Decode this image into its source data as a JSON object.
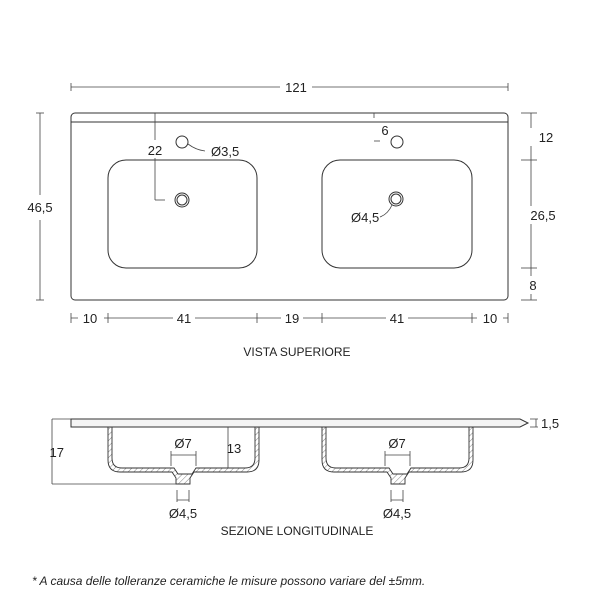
{
  "top_view": {
    "title": "VISTA SUPERIORE",
    "overall_width": "121",
    "overall_depth": "46,5",
    "tap_offset": "22",
    "tap_side_offset": "6",
    "tap_hole_diameter": "Ø3,5",
    "drain_diameter": "Ø4,5",
    "right_dims": [
      "12",
      "26,5",
      "8"
    ],
    "bottom_dims": [
      "10",
      "41",
      "19",
      "41",
      "10"
    ]
  },
  "section_view": {
    "title": "SEZIONE LONGITUDINALE",
    "total_height": "17",
    "basin_depth": "13",
    "top_thickness": "1,5",
    "outlet_outer": [
      "Ø7",
      "Ø7"
    ],
    "outlet_inner": [
      "Ø4,5",
      "Ø4,5"
    ]
  },
  "footnote": "* A causa delle tolleranze ceramiche le misure possono variare del ±5mm."
}
